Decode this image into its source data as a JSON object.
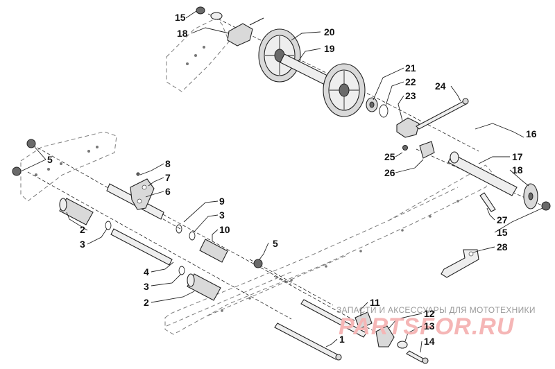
{
  "diagram": {
    "callouts": {
      "c1": "1",
      "c2a": "2",
      "c2b": "2",
      "c3a": "3",
      "c3b": "3",
      "c3c": "3",
      "c4": "4",
      "c5a": "5",
      "c5b": "5",
      "c6": "6",
      "c7": "7",
      "c8": "8",
      "c9": "9",
      "c10": "10",
      "c11": "11",
      "c12": "12",
      "c13": "13",
      "c14": "14",
      "c15a": "15",
      "c15b": "15",
      "c16": "16",
      "c17": "17",
      "c18a": "18",
      "c18b": "18",
      "c19": "19",
      "c20": "20",
      "c21": "21",
      "c22": "22",
      "c23": "23",
      "c24": "24",
      "c25": "25",
      "c26": "26",
      "c27": "27",
      "c28": "28"
    },
    "watermark": {
      "caption": "ЗАПАСТИ И АКСЕССУАРЫ ДЛЯ МОТОТЕХНИКИ",
      "logo": "PARTSFOR.RU"
    }
  }
}
